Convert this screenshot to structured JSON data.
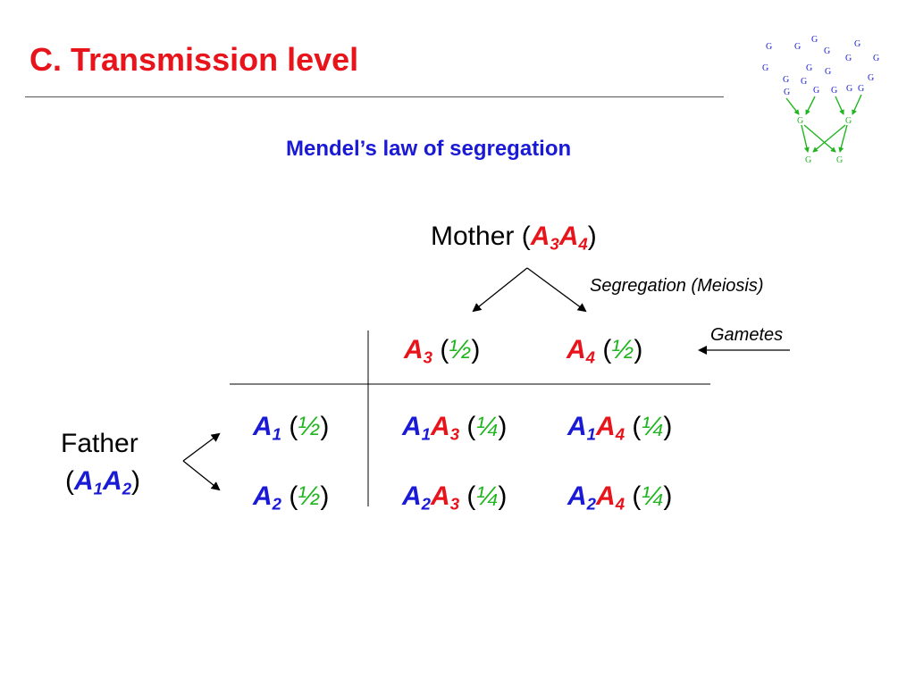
{
  "slide": {
    "title": "C. Transmission level",
    "subtitle": "Mendel’s law of segregation"
  },
  "colors": {
    "title": "#e8141b",
    "maternal_allele": "#e8141b",
    "paternal_allele": "#1a1ad6",
    "probability": "#1fb51f",
    "pedigree_blue": "#1a1ad6",
    "pedigree_green": "#1fb51f"
  },
  "diagram": {
    "mother": {
      "label": "Mother",
      "open": " (",
      "a1": "A",
      "s1": "3",
      "a2": "A",
      "s2": "4",
      "close": ")"
    },
    "segregation_label": "Segregation (Meiosis)",
    "gametes_label": "Gametes",
    "father": {
      "label": "Father",
      "open": "(",
      "a1": "A",
      "s1": "1",
      "a2": "A",
      "s2": "2",
      "close": ")"
    },
    "half": "½",
    "quarter": "¼",
    "allele_letter": "A",
    "columns": [
      {
        "sub": "3"
      },
      {
        "sub": "4"
      }
    ],
    "rows": [
      {
        "sub": "1"
      },
      {
        "sub": "2"
      }
    ]
  },
  "pedigree": {
    "node_label": "G"
  }
}
